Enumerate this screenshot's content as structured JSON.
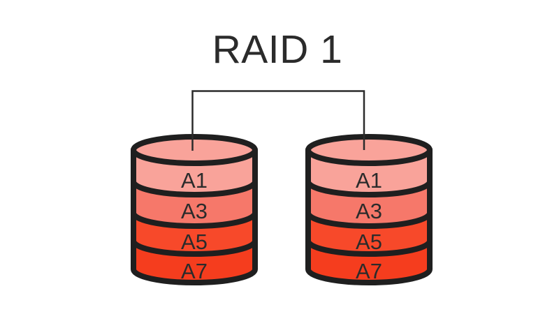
{
  "title": "RAID 1",
  "palette": {
    "background": "#FFFFFF",
    "outline": "#1F1F1F",
    "connector": "#2B2B2B",
    "text": "#2B2B2B",
    "disk_top": "#F9A39A"
  },
  "disks": [
    {
      "blocks": [
        {
          "label": "A1",
          "color": "#F9A39A"
        },
        {
          "label": "A3",
          "color": "#F6786A"
        },
        {
          "label": "A5",
          "color": "#F7492A"
        },
        {
          "label": "A7",
          "color": "#F53D1E"
        }
      ]
    },
    {
      "blocks": [
        {
          "label": "A1",
          "color": "#F9A39A"
        },
        {
          "label": "A3",
          "color": "#F6786A"
        },
        {
          "label": "A5",
          "color": "#F7492A"
        },
        {
          "label": "A7",
          "color": "#F53D1E"
        }
      ]
    }
  ]
}
